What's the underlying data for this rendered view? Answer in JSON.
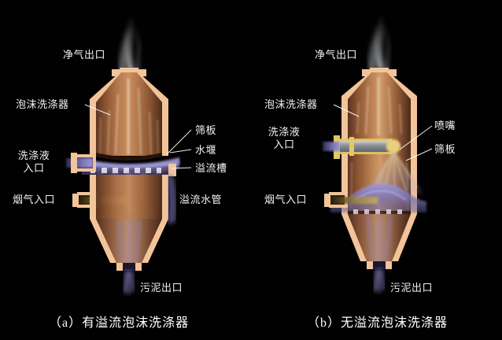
{
  "figure": {
    "background_color": "#000000",
    "vessel_outline_color": "#f2c49a",
    "vessel_body_color": "#9b5f37",
    "foam_color": "#8a84c4",
    "vapor_color": "#b9bcc0",
    "nozzle_color": "#e3c764",
    "label_color": "#f2f2f2"
  },
  "panels": [
    {
      "id": "a",
      "caption": "（a）有溢流泡沫洗涤器",
      "labels": {
        "clean_gas_outlet": "净气出口",
        "foam_scrubber": "泡沫洗涤器",
        "scrubbing_liquid_inlet_line1": "洗涤液",
        "scrubbing_liquid_inlet_line2": "入口",
        "flue_gas_inlet": "烟气入口",
        "sieve_plate": "筛板",
        "weir": "水堰",
        "overflow_trough": "溢流槽",
        "overflow_pipe": "溢流水管",
        "sludge_outlet": "污泥出口"
      }
    },
    {
      "id": "b",
      "caption": "（b）无溢流泡沫洗涤器",
      "labels": {
        "clean_gas_outlet": "净气出口",
        "foam_scrubber": "泡沫洗涤器",
        "scrubbing_liquid_inlet_line1": "洗涤液",
        "scrubbing_liquid_inlet_line2": "入口",
        "flue_gas_inlet": "烟气入口",
        "nozzle": "喷嘴",
        "sieve_plate": "筛板",
        "sludge_outlet": "污泥出口"
      }
    }
  ]
}
